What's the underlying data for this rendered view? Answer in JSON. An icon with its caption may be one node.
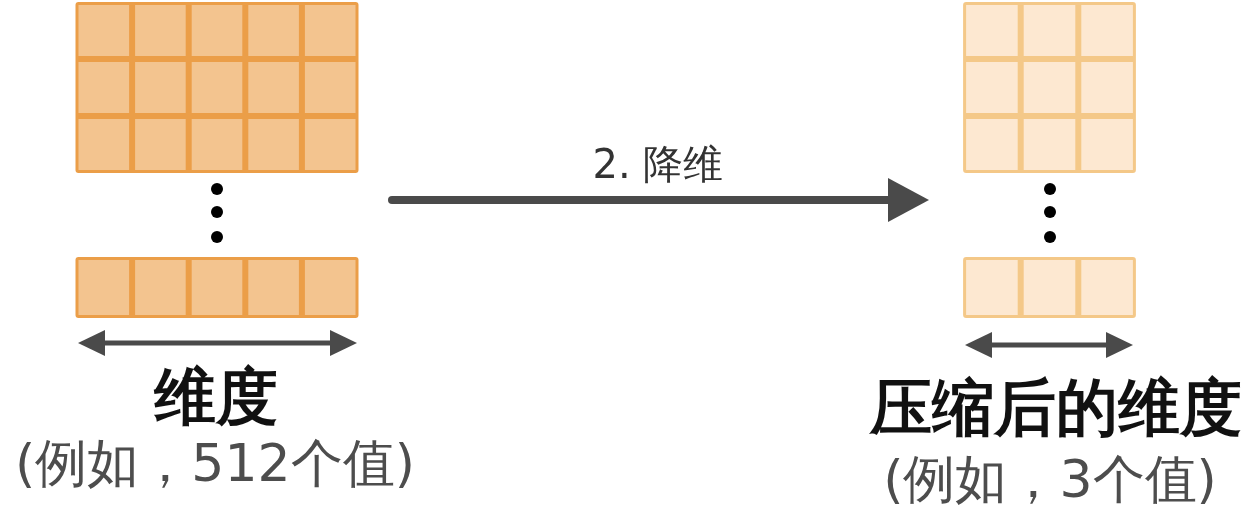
{
  "diagram": {
    "nodes": [
      {
        "text": [],
        "shape": "grid"
      },
      {
        "text": [],
        "shape": "grid"
      }
    ],
    "edges": [
      {
        "from": 0,
        "to": 1,
        "arrow": "to",
        "label": "2. 降维"
      }
    ],
    "labels": [
      "维度",
      "(例如，512个值)",
      "压缩后的维度",
      "(例如，3个值)"
    ]
  }
}
